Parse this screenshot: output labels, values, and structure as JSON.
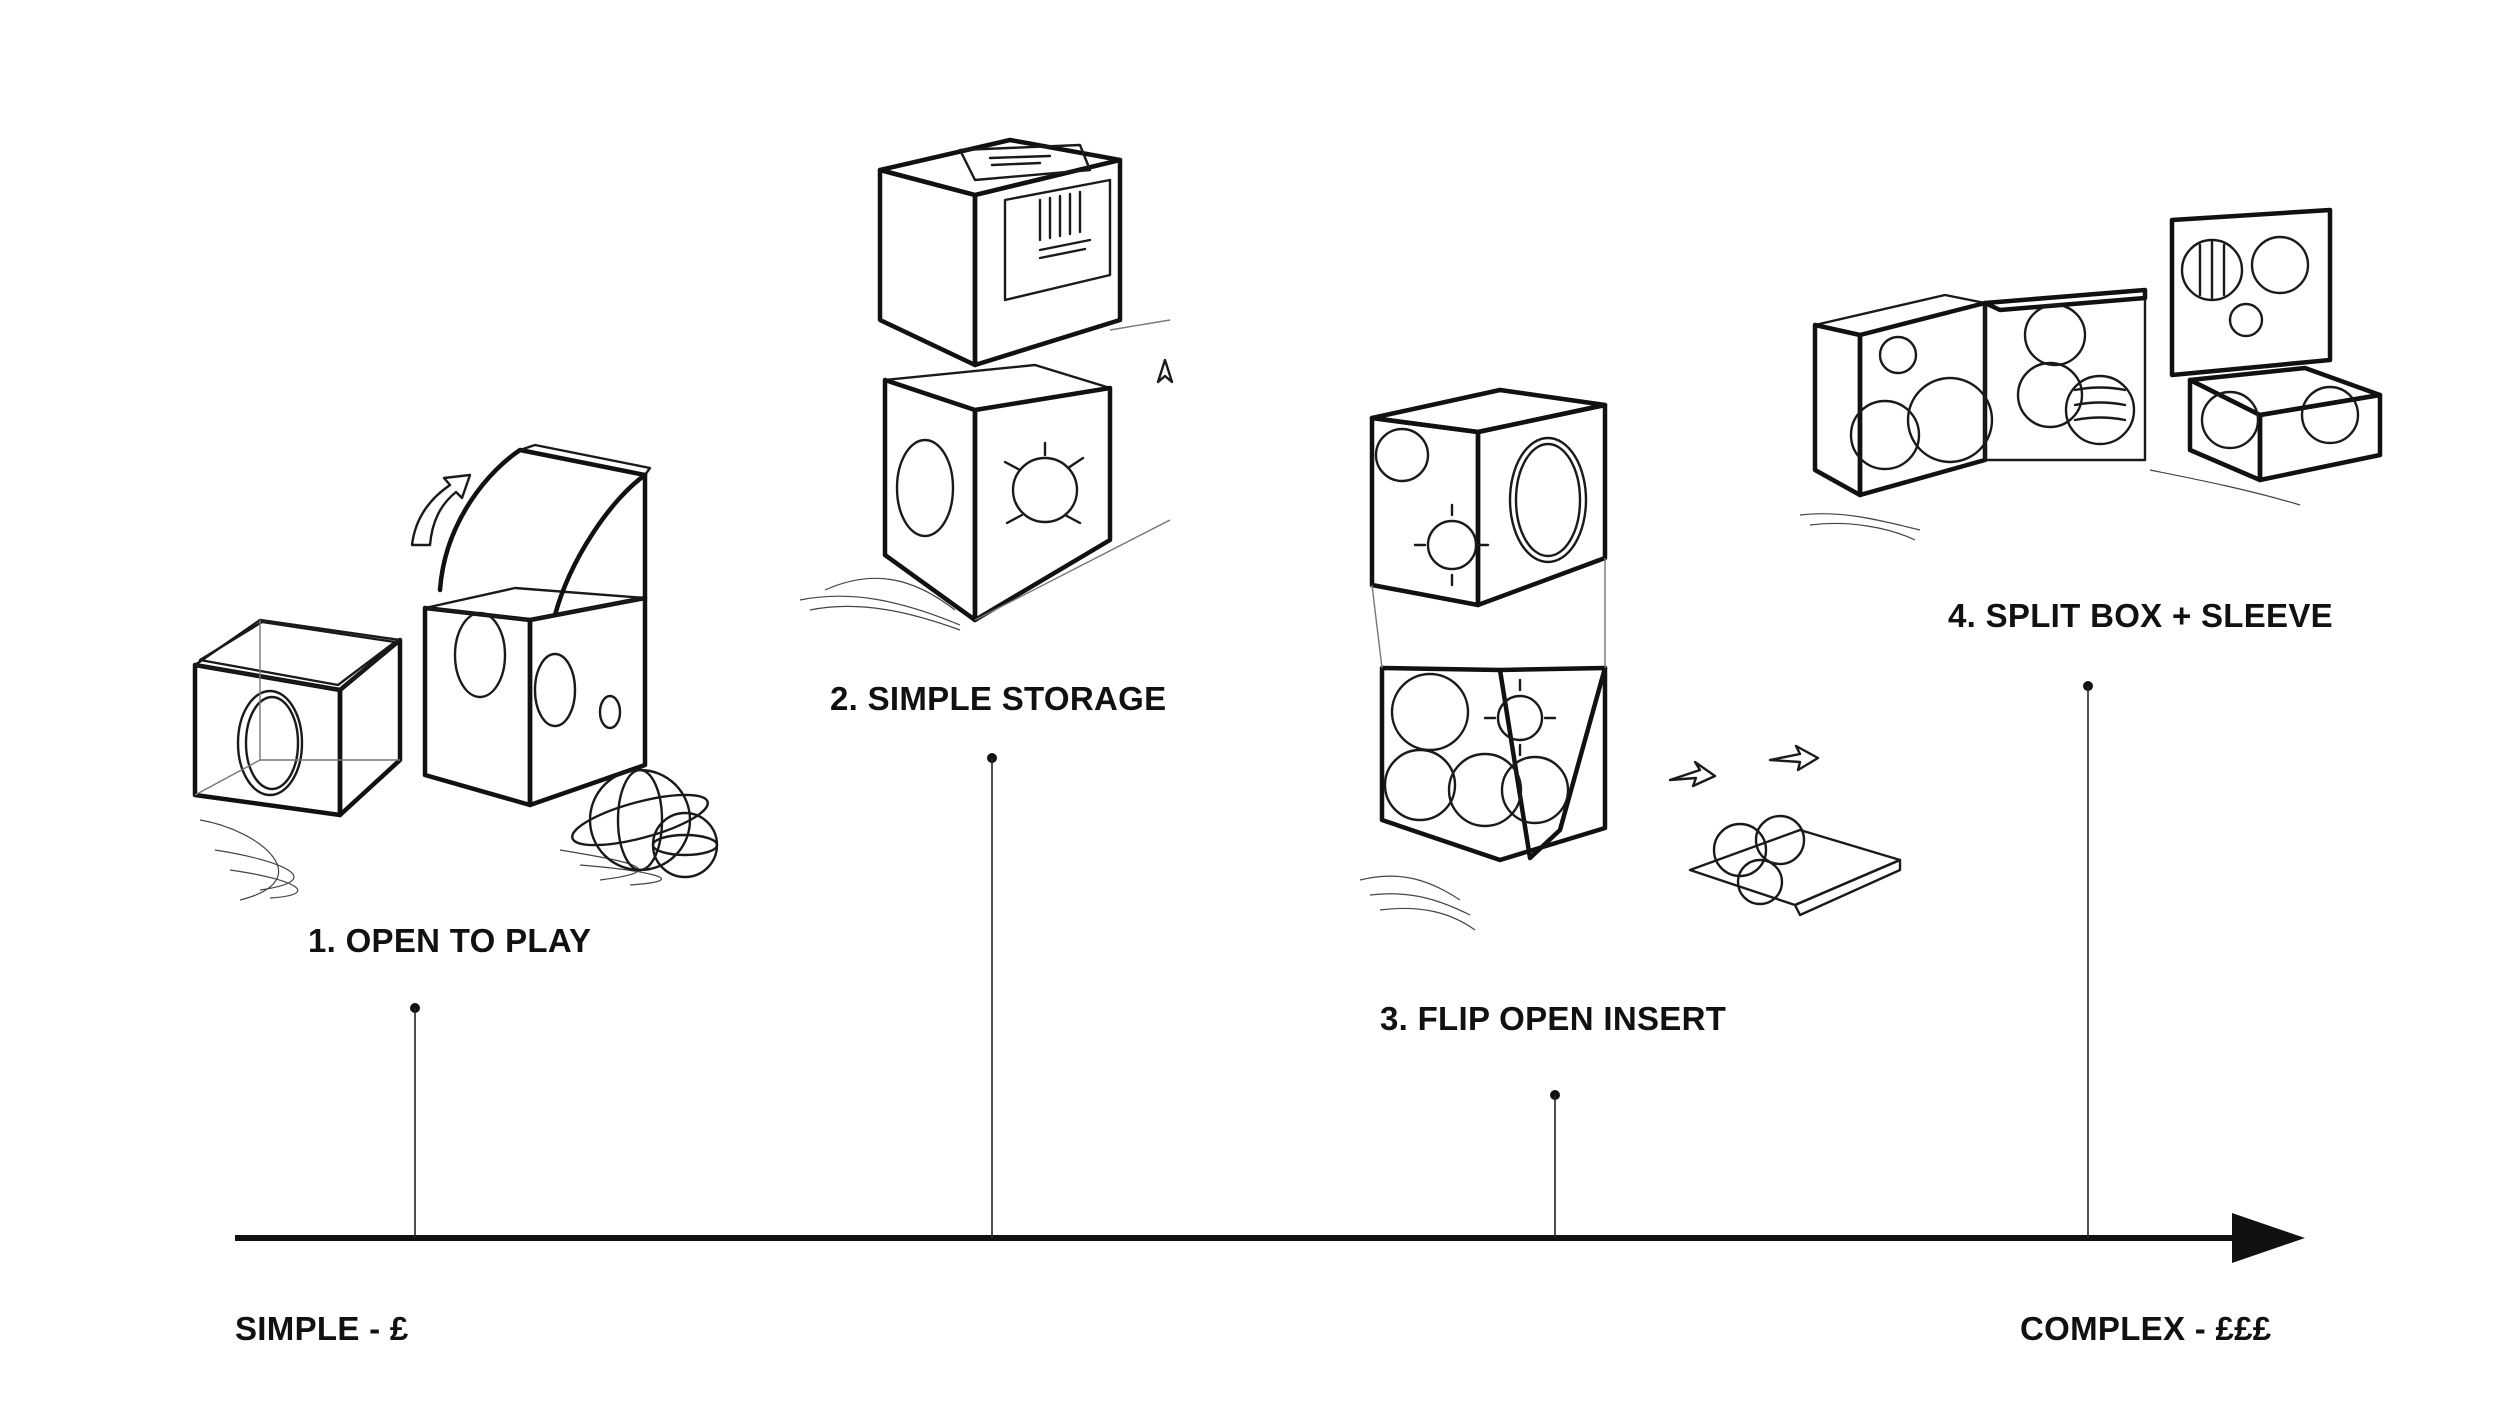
{
  "colors": {
    "ink": "#111111",
    "sketch": "#1a1a1a",
    "background": "#ffffff"
  },
  "concepts": [
    {
      "label": "1. OPEN TO PLAY"
    },
    {
      "label": "2. SIMPLE STORAGE"
    },
    {
      "label": "3. FLIP OPEN INSERT"
    },
    {
      "label": "4. SPLIT BOX + SLEEVE"
    }
  ],
  "axis": {
    "start_label": "SIMPLE - £",
    "end_label": "COMPLEX - £££"
  },
  "icons": [
    "arrow-head-icon",
    "box-sketch",
    "ball-sketch"
  ]
}
